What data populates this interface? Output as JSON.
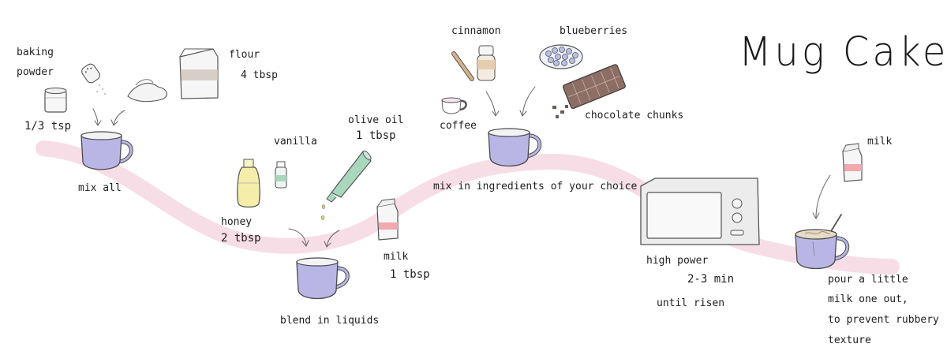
{
  "title": "Mug Cake",
  "colors": {
    "mug": "#b9b6e6",
    "path": "#f7dde5",
    "olive_oil": "#a8d7be",
    "honey": "#f4eeaa",
    "milk_band": "#f1a8ae",
    "chocolate": "#8c6e64",
    "coffee_cup": "#e8a6cc",
    "blueberry_bowl": "#b8c0e6"
  },
  "icons": [
    "salt-shaker-icon",
    "baking-powder-jar-icon",
    "flour-bag-icon",
    "flour-pile-icon",
    "mug-icon",
    "vanilla-bottle-icon",
    "honey-bottle-icon",
    "olive-oil-bottle-icon",
    "milk-carton-icon",
    "cinnamon-stick-icon",
    "cinnamon-jar-icon",
    "coffee-cup-icon",
    "blueberry-bowl-icon",
    "chocolate-bar-icon",
    "microwave-icon",
    "spoon-icon",
    "arrow-icon"
  ],
  "labels": {
    "baking_powder_1": "baking",
    "baking_powder_2": "powder",
    "baking_powder_qty": "1/3 tsp",
    "flour": "flour",
    "flour_qty": "4 tbsp",
    "mix_all": "mix all",
    "vanilla": "vanilla",
    "olive_oil": "olive oil",
    "olive_oil_qty": "1 tbsp",
    "honey": "honey",
    "honey_qty": "2 tbsp",
    "milk_1": "milk",
    "milk_1_qty": "1 tbsp",
    "blend": "blend in liquids",
    "cinnamon": "cinnamon",
    "blueberries": "blueberries",
    "coffee": "coffee",
    "chocolate": "chocolate chunks",
    "mix_choice": "mix in ingredients of your choice",
    "high_power": "high power",
    "time": "2-3 min",
    "until_risen": "until risen",
    "milk_2": "milk",
    "pour_1": "pour a little",
    "pour_2": "milk one out,",
    "pour_3": "to prevent rubbery",
    "pour_4": "texture"
  }
}
